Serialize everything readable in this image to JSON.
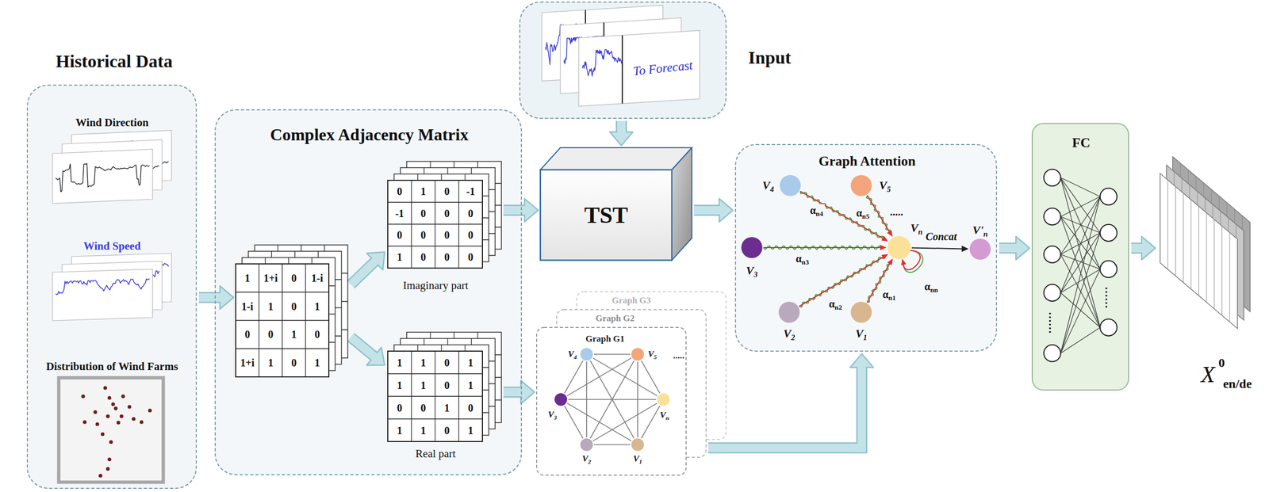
{
  "diagram": {
    "nodes": [
      {
        "text": [
          "Historical Data",
          "Wind Direction",
          "Wind Speed",
          "Distribution of Wind Farms"
        ]
      },
      {
        "text": [
          "Complex Adjacency Matrix"
        ]
      },
      {
        "text": [
          "1",
          "1+i",
          "0",
          "1-i",
          "1-i",
          "1",
          "0",
          "1",
          "0",
          "0",
          "1",
          "0",
          "1+i",
          "1",
          "0",
          "1"
        ],
        "in": 1
      },
      {
        "text": [
          "0",
          "1",
          "0",
          "-1",
          "-1",
          "0",
          "0",
          "0",
          "0",
          "0",
          "0",
          "0",
          "1",
          "0",
          "0",
          "0",
          "Imaginary part"
        ],
        "in": 1
      },
      {
        "text": [
          "1",
          "1",
          "0",
          "1",
          "1",
          "1",
          "0",
          "1",
          "0",
          "0",
          "1",
          "0",
          "1",
          "1",
          "0",
          "1",
          "Real part"
        ],
        "in": 1
      },
      {
        "text": [
          "Input",
          "To Forecast"
        ]
      },
      {
        "text": [
          "TST"
        ]
      },
      {
        "text": [
          "Graph G3"
        ]
      },
      {
        "text": [
          "Graph G2"
        ]
      },
      {
        "text": [
          "Graph G1"
        ]
      },
      {
        "text": [
          "V4"
        ],
        "in": 9
      },
      {
        "text": [
          "V5"
        ],
        "in": 9
      },
      {
        "text": [
          "V3"
        ],
        "in": 9
      },
      {
        "text": [
          "Vn"
        ],
        "in": 9
      },
      {
        "text": [
          "V2"
        ],
        "in": 9
      },
      {
        "text": [
          "V1"
        ],
        "in": 9
      },
      {
        "text": [
          "Graph Attention"
        ]
      },
      {
        "text": [
          "V4"
        ],
        "in": 16
      },
      {
        "text": [
          "V5"
        ],
        "in": 16
      },
      {
        "text": [
          "V3"
        ],
        "in": 16
      },
      {
        "text": [
          "Vn"
        ],
        "in": 16
      },
      {
        "text": [
          "V2"
        ],
        "in": 16
      },
      {
        "text": [
          "V1"
        ],
        "in": 16
      },
      {
        "text": [
          "V'n"
        ],
        "in": 16
      },
      {
        "text": [
          "FC"
        ]
      },
      {
        "text": [
          "X",
          "0",
          "en/de"
        ]
      }
    ],
    "edges": [
      {
        "from": 0,
        "to": 2,
        "arrow": "to"
      },
      {
        "from": 2,
        "to": 3,
        "arrow": "to"
      },
      {
        "from": 2,
        "to": 4,
        "arrow": "to"
      },
      {
        "from": 5,
        "to": 6,
        "arrow": "to"
      },
      {
        "from": 3,
        "to": 6,
        "arrow": "to"
      },
      {
        "from": 4,
        "to": 9,
        "arrow": "to"
      },
      {
        "from": 6,
        "to": 16,
        "arrow": "to"
      },
      {
        "from": 9,
        "to": 16,
        "arrow": "to"
      },
      {
        "from": 16,
        "to": 24,
        "arrow": "to"
      },
      {
        "from": 24,
        "to": 25,
        "arrow": "to"
      },
      {
        "from": 10,
        "to": 11,
        "arrow": "none"
      },
      {
        "from": 10,
        "to": 12,
        "arrow": "none"
      },
      {
        "from": 10,
        "to": 13,
        "arrow": "none"
      },
      {
        "from": 10,
        "to": 14,
        "arrow": "none"
      },
      {
        "from": 10,
        "to": 15,
        "arrow": "none"
      },
      {
        "from": 11,
        "to": 12,
        "arrow": "none"
      },
      {
        "from": 11,
        "to": 13,
        "arrow": "none"
      },
      {
        "from": 11,
        "to": 14,
        "arrow": "none"
      },
      {
        "from": 11,
        "to": 15,
        "arrow": "none"
      },
      {
        "from": 12,
        "to": 13,
        "arrow": "none"
      },
      {
        "from": 12,
        "to": 14,
        "arrow": "none"
      },
      {
        "from": 12,
        "to": 15,
        "arrow": "none"
      },
      {
        "from": 13,
        "to": 14,
        "arrow": "none"
      },
      {
        "from": 13,
        "to": 15,
        "arrow": "none"
      },
      {
        "from": 14,
        "to": 15,
        "arrow": "none"
      },
      {
        "from": 17,
        "to": 20,
        "arrow": "to",
        "label": "αn4"
      },
      {
        "from": 18,
        "to": 20,
        "arrow": "to",
        "label": "αn5"
      },
      {
        "from": 19,
        "to": 20,
        "arrow": "to",
        "label": "αn3"
      },
      {
        "from": 21,
        "to": 20,
        "arrow": "to",
        "label": "αn2"
      },
      {
        "from": 22,
        "to": 20,
        "arrow": "to",
        "label": "αn1"
      },
      {
        "from": 20,
        "to": 20,
        "arrow": "to",
        "label": "αnn"
      },
      {
        "from": 20,
        "to": 23,
        "arrow": "to",
        "label": "Concat"
      }
    ],
    "labels": [
      ".....",
      ".....",
      "......",
      "......"
    ]
  }
}
